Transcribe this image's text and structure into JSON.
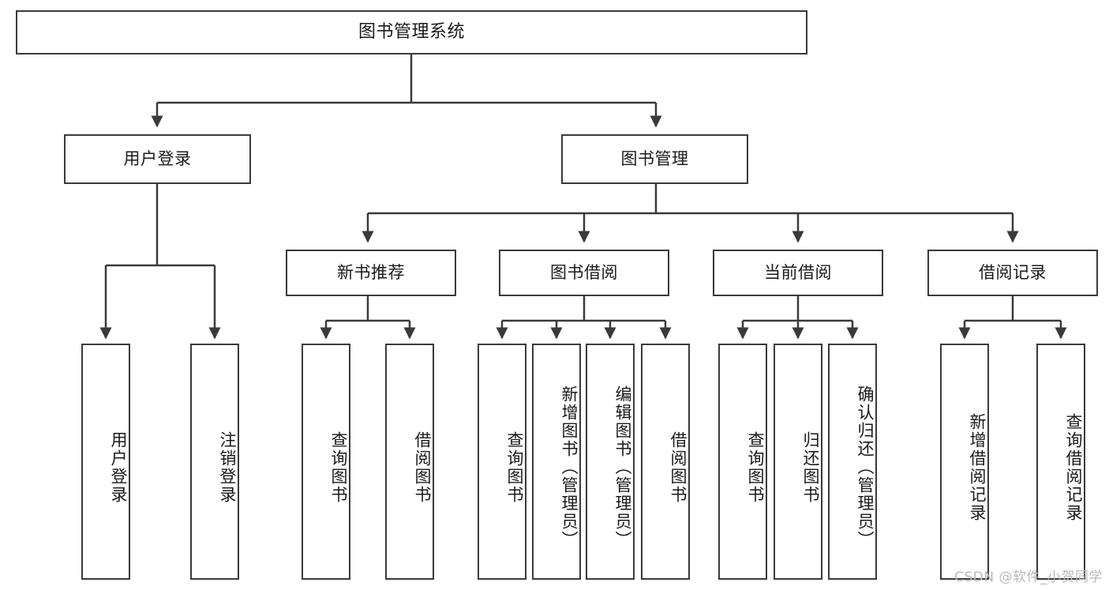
{
  "diagram": {
    "title": "图书管理系统",
    "type": "tree-hierarchy-chart",
    "watermark": "CSDN @软件_小贺同学",
    "line_color": "#3a3a3a",
    "background_color": "#ffffff",
    "text_color": "#1a1a1a",
    "root": {
      "id": "root",
      "label": "图书管理系统"
    },
    "level2": [
      {
        "id": "user-login",
        "label": "用户登录"
      },
      {
        "id": "book-manage",
        "label": "图书管理"
      }
    ],
    "level3": [
      {
        "id": "new-book-rec",
        "label": "新书推荐",
        "parent": "book-manage"
      },
      {
        "id": "book-borrow",
        "label": "图书借阅",
        "parent": "book-manage"
      },
      {
        "id": "current-borrow",
        "label": "当前借阅",
        "parent": "book-manage"
      },
      {
        "id": "borrow-record",
        "label": "借阅记录",
        "parent": "book-manage"
      }
    ],
    "leaves": [
      {
        "id": "leaf-user-login",
        "label": "用户登录",
        "parent": "user-login"
      },
      {
        "id": "leaf-logout-login",
        "label": "注销登录",
        "parent": "user-login"
      },
      {
        "id": "leaf-query-book-1",
        "label": "查询图书",
        "parent": "new-book-rec"
      },
      {
        "id": "leaf-borrow-book-1",
        "label": "借阅图书",
        "parent": "new-book-rec"
      },
      {
        "id": "leaf-query-book-2",
        "label": "查询图书",
        "parent": "book-borrow"
      },
      {
        "id": "leaf-add-book",
        "label": "新增图书（管理员）",
        "parent": "book-borrow"
      },
      {
        "id": "leaf-edit-book",
        "label": "编辑图书（管理员）",
        "parent": "book-borrow"
      },
      {
        "id": "leaf-borrow-book-2",
        "label": "借阅图书",
        "parent": "book-borrow"
      },
      {
        "id": "leaf-query-book-3",
        "label": "查询图书",
        "parent": "current-borrow"
      },
      {
        "id": "leaf-return-book",
        "label": "归还图书",
        "parent": "current-borrow"
      },
      {
        "id": "leaf-confirm-return",
        "label": "确认归还（管理员）",
        "parent": "current-borrow"
      },
      {
        "id": "leaf-add-record",
        "label": "新增借阅记录",
        "parent": "borrow-record"
      },
      {
        "id": "leaf-query-record",
        "label": "查询借阅记录",
        "parent": "borrow-record"
      }
    ]
  }
}
